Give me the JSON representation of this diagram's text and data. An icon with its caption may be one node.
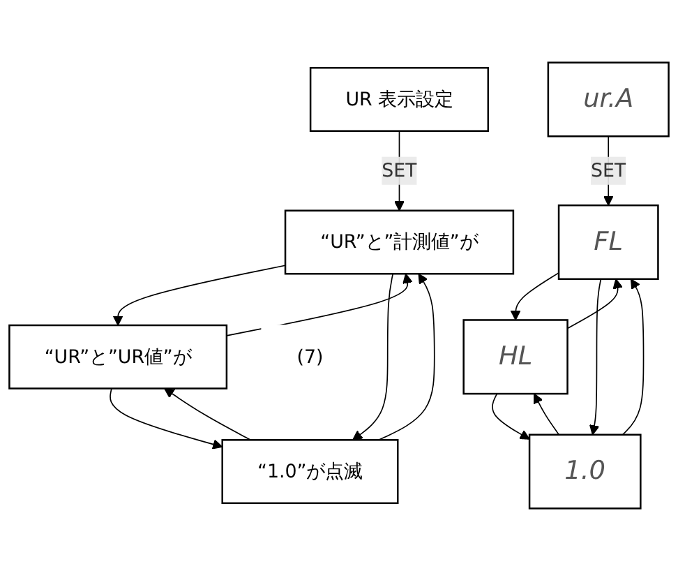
{
  "diagram": {
    "nodes": [
      {
        "text": [
          "UR 表示設定"
        ]
      },
      {
        "text": [
          "“UR”と”計測値”が"
        ]
      },
      {
        "text": [
          "“UR”と”UR値”が"
        ]
      },
      {
        "text": [
          "“1.0”が点滅"
        ],
        "beside": [
          "(7)"
        ]
      },
      {
        "text": [
          "ur.A"
        ]
      },
      {
        "text": [
          "FL"
        ]
      },
      {
        "text": [
          "HL"
        ]
      },
      {
        "text": [
          "1.0"
        ]
      }
    ],
    "edges": [
      {
        "from": 0,
        "to": 1,
        "arrow": "to",
        "label": "SET"
      },
      {
        "from": 1,
        "to": 2,
        "arrow": "to"
      },
      {
        "from": 2,
        "to": 1,
        "arrow": "to"
      },
      {
        "from": 2,
        "to": 3,
        "arrow": "to"
      },
      {
        "from": 3,
        "to": 2,
        "arrow": "to"
      },
      {
        "from": 1,
        "to": 3,
        "arrow": "to"
      },
      {
        "from": 3,
        "to": 1,
        "arrow": "to"
      },
      {
        "from": 4,
        "to": 5,
        "arrow": "to",
        "label": "SET"
      },
      {
        "from": 5,
        "to": 6,
        "arrow": "to"
      },
      {
        "from": 6,
        "to": 5,
        "arrow": "to"
      },
      {
        "from": 6,
        "to": 7,
        "arrow": "to"
      },
      {
        "from": 7,
        "to": 6,
        "arrow": "to"
      },
      {
        "from": 5,
        "to": 7,
        "arrow": "to"
      },
      {
        "from": 7,
        "to": 5,
        "arrow": "to"
      }
    ]
  }
}
